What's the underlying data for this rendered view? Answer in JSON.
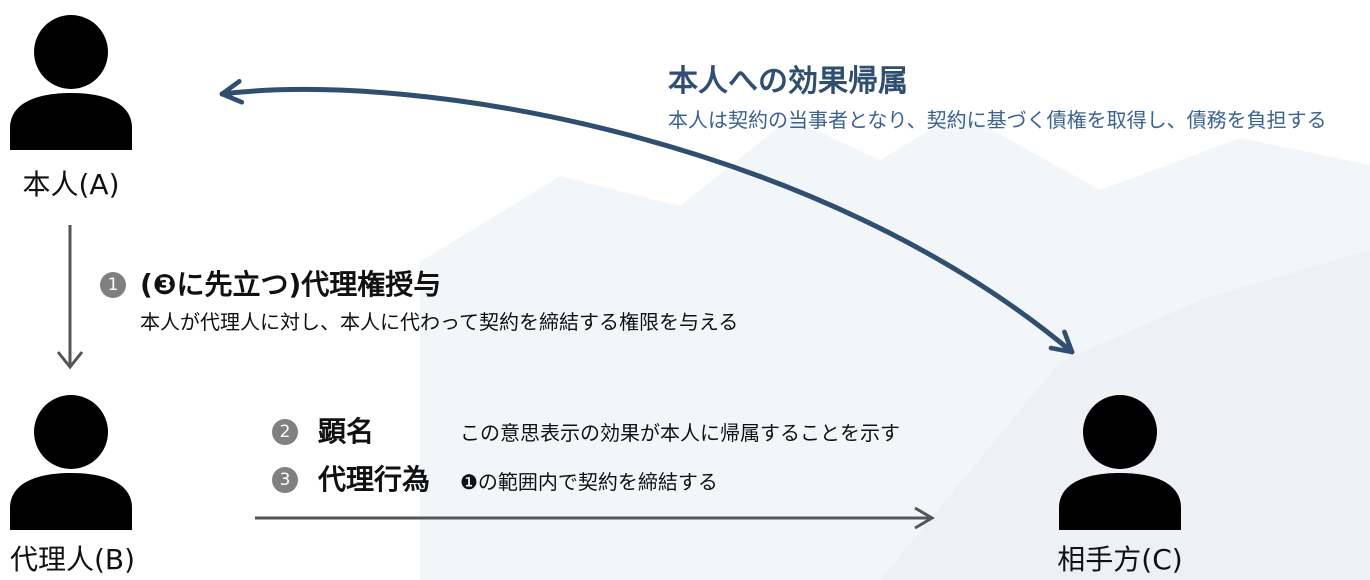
{
  "parties": {
    "principal": {
      "label": "本人(A)",
      "icon": "person-icon"
    },
    "agent": {
      "label": "代理人(B)",
      "icon": "person-icon"
    },
    "counterparty": {
      "label": "相手方(C)",
      "icon": "person-icon"
    }
  },
  "effect_attribution": {
    "title": "本人への効果帰属",
    "description": "本人は契約の当事者となり、契約に基づく債権を取得し、債務を負担する"
  },
  "steps": [
    {
      "number": "1",
      "title": "(❸に先立つ)代理権授与",
      "description": "本人が代理人に対し、本人に代わって契約を締結する権限を与える"
    },
    {
      "number": "2",
      "title": "顕名",
      "description": "この意思表示の効果が本人に帰属することを示す"
    },
    {
      "number": "3",
      "title": "代理行為",
      "description": "❶の範囲内で契約を締結する"
    }
  ],
  "colors": {
    "effect_blue": "#2f4e70",
    "effect_text": "#3b6290",
    "flow_gray": "#555555",
    "badge_gray": "#808080",
    "icon_black": "#000000",
    "mountain_a": "#f3f6f9",
    "mountain_b": "#edf1f6"
  }
}
